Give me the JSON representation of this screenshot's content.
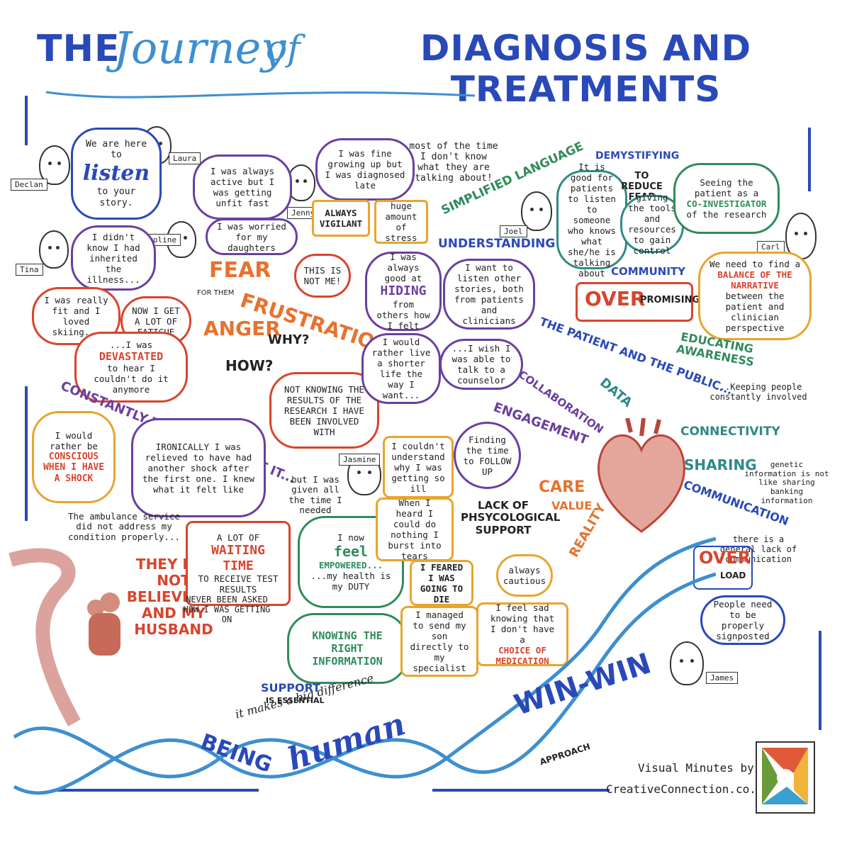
{
  "title": {
    "the": "THE",
    "journey": "Journey",
    "of": "of",
    "rest": "DIAGNOSIS AND TREATMENTS"
  },
  "people": {
    "declan": "Declan",
    "laura": "Laura",
    "caroline": "Caroline",
    "tina": "Tina",
    "jenny": "Jenny",
    "joel": "Joel",
    "carl": "Carl",
    "jasmine": "Jasmine",
    "james": "James"
  },
  "intro": {
    "line1": "We are here to",
    "listen": "listen",
    "line2": "to your story."
  },
  "quotes": {
    "active": "I was always active but I was getting unfit fast",
    "worried": "I was worried for my daughters",
    "fine_growing": "I was fine growing up but I was diagnosed late",
    "always_vigilant": "ALWAYS VIGILANT",
    "huge_stress": "huge amount of stress",
    "inherited": "I didn't know I had inherited the illness...",
    "fit_skiing": "I was really fit and I loved skiing...",
    "fatigue": "NOW I GET A LOT OF FATIGUE",
    "devastated_pre": "...I was",
    "devastated": "DEVASTATED",
    "devastated_post": "to hear I couldn't do it anymore",
    "not_me": "THIS IS NOT ME!",
    "not_knowing": "NOT KNOWING THE RESULTS OF THE RESEARCH I HAVE BEEN INVOLVED WITH",
    "hiding_pre": "I was always good at",
    "hiding": "HIDING",
    "hiding_post": "from others how I felt",
    "listen_others": "I want to listen other stories, both from patients and clinicians",
    "shorter_life": "I would rather live a shorter life the way I want...",
    "counselor": "...I wish I was able to talk to a counselor",
    "most_time": "most of the time I don't know what they are talking about!",
    "conscious_pre": "I would rather be",
    "conscious": "CONSCIOUS WHEN I HAVE A SHOCK",
    "ironically": "IRONICALLY I was relieved to have had another shock after the first one. I knew what it felt like",
    "ambulance": "The ambulance service did not address my condition properly...",
    "given_time": "but I was given all the time I needed",
    "couldnt_understand": "I couldn't understand why I was getting so ill",
    "finding_time": "Finding the time to FOLLOW UP",
    "burst_tears": "When I heard I could do nothing I burst into tears",
    "feared_die": "I FEARED I WAS GOING TO DIE",
    "always_cautious": "always cautious",
    "sent_son": "I managed to send my son directly to my specialist",
    "feel_sad": "I feel sad knowing that I don't have a",
    "choice": "CHOICE OF MEDICATION",
    "never_asked": "NEVER BEEN ASKED HOW I WAS GETTING ON",
    "good_for_patients": "It is good for patients to listen to someone who knows what she/he is talking about",
    "giving_tools": "giving the tools and resources to gain control",
    "co_investigator_pre": "Seeing the patient as a",
    "co_investigator": "CO-INVESTIGATOR",
    "co_investigator_post": "of the research",
    "balance_pre": "We need to find a",
    "balance": "BALANCE OF THE NARRATIVE",
    "balance_post": "between the patient and clinician perspective",
    "keeping": "...Keeping people constantly involved",
    "genetic": "genetic information is not like sharing banking information",
    "general_lack": "there is a general lack of communication",
    "signposted": "People need to be properly signposted"
  },
  "emotions": {
    "fear": "FEAR",
    "for_them": "FOR THEM",
    "frustration": "FRUSTRATION",
    "anger": "ANGER",
    "why": "WHY?",
    "how": "HOW?"
  },
  "headings": {
    "constantly": "CONSTANTLY THINKING ABOUT IT...",
    "simplified": "SIMPLIFIED LANGUAGE",
    "understanding": "UNDERSTANDING",
    "patient_public": "THE PATIENT AND THE PUBLIC...",
    "demystifying": "DEMYSTIFYING",
    "reduce_fear": "TO REDUCE FEAR",
    "community": "COMMUNITY",
    "over": "OVER",
    "promising": "PROMISING",
    "educating": "EDUCATING AWARENESS",
    "waiting_pre": "A LOT OF",
    "waiting": "WAITING TIME",
    "waiting_post": "TO RECEIVE TEST RESULTS",
    "did_not_believe": "THEY DID NOT BELIEVE ME AND MY HUSBAND",
    "feel_empowered_pre": "I now",
    "feel": "feel",
    "empowered": "EMPOWERED...",
    "duty": "...my health is my DUTY",
    "knowing_right": "KNOWING THE RIGHT INFORMATION",
    "lack_of": "LACK OF PHSYCOLOGICAL SUPPORT",
    "support": "SUPPORT",
    "is_essential": "IS ESSENTIAL",
    "difference": "it makes a big difference",
    "being": "BEING",
    "human": "human",
    "win_win": "WIN-WIN",
    "approach": "APPROACH",
    "overload_over": "OVER",
    "overload_load": "LOAD"
  },
  "heart_words": [
    "COLLABORATION",
    "DATA",
    "ENGAGEMENT",
    "CARE",
    "VALUE",
    "REALITY",
    "CONNECTIVITY",
    "SHARING",
    "COMMUNICATION"
  ],
  "credit": {
    "line1": "Visual Minutes by",
    "line2": "CreativeConnection.co.uk"
  },
  "colors": {
    "blue": "#2a49b8",
    "red": "#d9442d",
    "orange": "#e8722d",
    "purple": "#6a3fa0",
    "green": "#2f8c5b",
    "teal": "#2f8a86"
  }
}
